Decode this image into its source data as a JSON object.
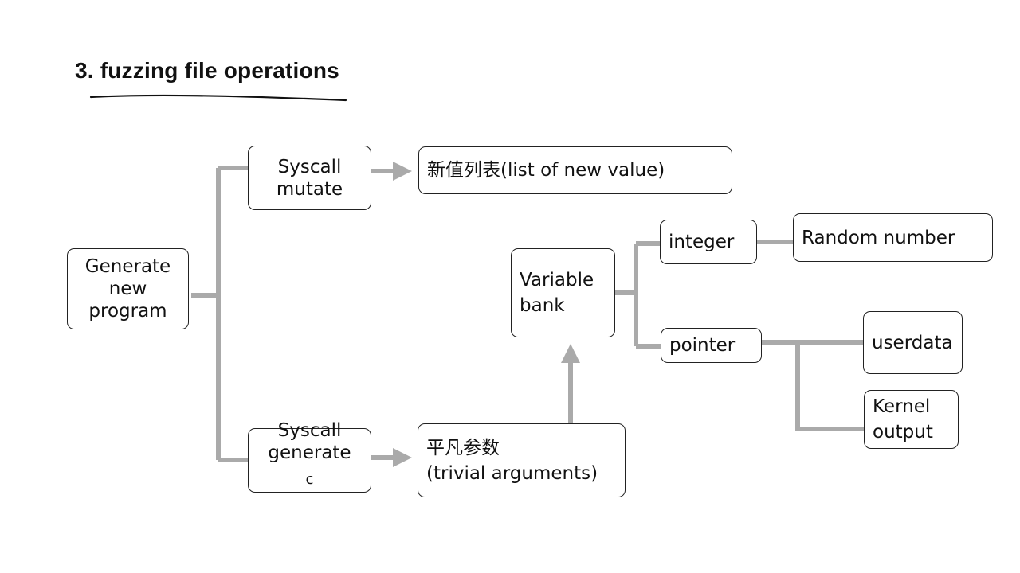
{
  "slide": {
    "title": "3. fuzzing file operations"
  },
  "colors": {
    "connector": "#aaaaaa",
    "box_border": "#222222",
    "underline": "#111111"
  },
  "nodes": {
    "generate_new_program": {
      "lines": [
        "Generate",
        "new",
        "program"
      ]
    },
    "syscall_mutate": {
      "lines": [
        "Syscall",
        "mutate"
      ]
    },
    "new_value_list": {
      "lines": [
        "新值列表(list of new value)"
      ]
    },
    "syscall_generate": {
      "lines": [
        "Syscall",
        "generate",
        "c"
      ]
    },
    "trivial_arguments": {
      "lines": [
        "平凡参数",
        "(trivial arguments)"
      ]
    },
    "variable_bank": {
      "lines": [
        "Variable",
        "bank"
      ]
    },
    "integer": {
      "lines": [
        "integer"
      ]
    },
    "random_number": {
      "lines": [
        "Random number"
      ]
    },
    "pointer": {
      "lines": [
        "pointer"
      ]
    },
    "userdata": {
      "lines": [
        "userdata"
      ]
    },
    "kernel_output": {
      "lines": [
        "Kernel",
        "output"
      ]
    }
  }
}
